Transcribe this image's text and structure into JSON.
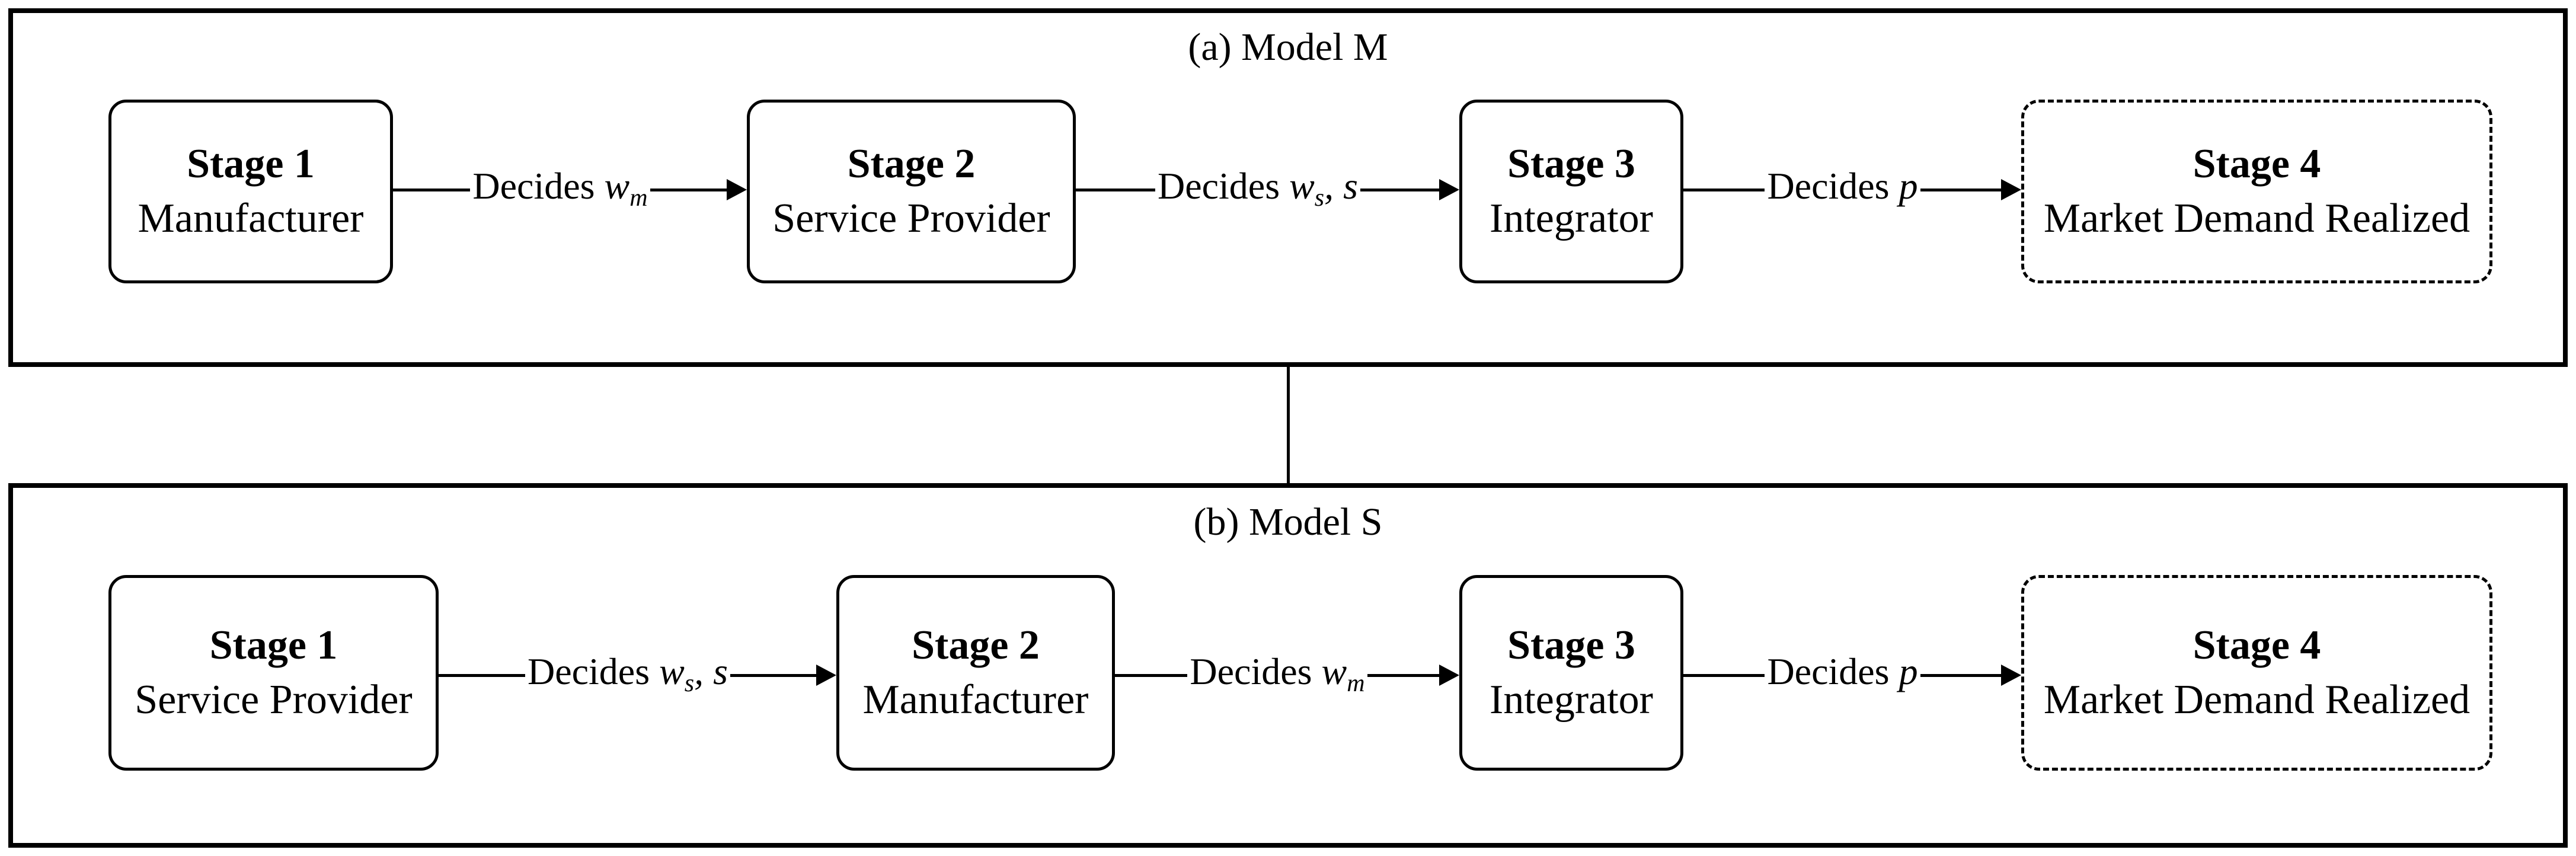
{
  "figure": {
    "type": "flow-diagram",
    "colors": {
      "line": "#000000",
      "background": "#ffffff"
    },
    "panels": [
      {
        "title": "(a) Model M",
        "stages": [
          {
            "title": "Stage 1",
            "subtitle": "Manufacturer"
          },
          {
            "title": "Stage 2",
            "subtitle": "Service Provider"
          },
          {
            "title": "Stage 3",
            "subtitle": "Integrator"
          },
          {
            "title": "Stage 4",
            "subtitle": "Market Demand Realized"
          }
        ],
        "connectors": [
          {
            "prefix": "Decides ",
            "var": "w",
            "sub": "m",
            "suffix": ""
          },
          {
            "prefix": "Decides ",
            "var": "w",
            "sub": "s",
            "suffix": ", s"
          },
          {
            "prefix": "Decides ",
            "var": "p",
            "sub": "",
            "suffix": ""
          }
        ]
      },
      {
        "title": "(b) Model S",
        "stages": [
          {
            "title": "Stage 1",
            "subtitle": "Service Provider"
          },
          {
            "title": "Stage 2",
            "subtitle": "Manufacturer"
          },
          {
            "title": "Stage 3",
            "subtitle": "Integrator"
          },
          {
            "title": "Stage 4",
            "subtitle": "Market Demand Realized"
          }
        ],
        "connectors": [
          {
            "prefix": "Decides ",
            "var": "w",
            "sub": "s",
            "suffix": ", s"
          },
          {
            "prefix": "Decides ",
            "var": "w",
            "sub": "m",
            "suffix": ""
          },
          {
            "prefix": "Decides ",
            "var": "p",
            "sub": "",
            "suffix": ""
          }
        ]
      }
    ]
  }
}
